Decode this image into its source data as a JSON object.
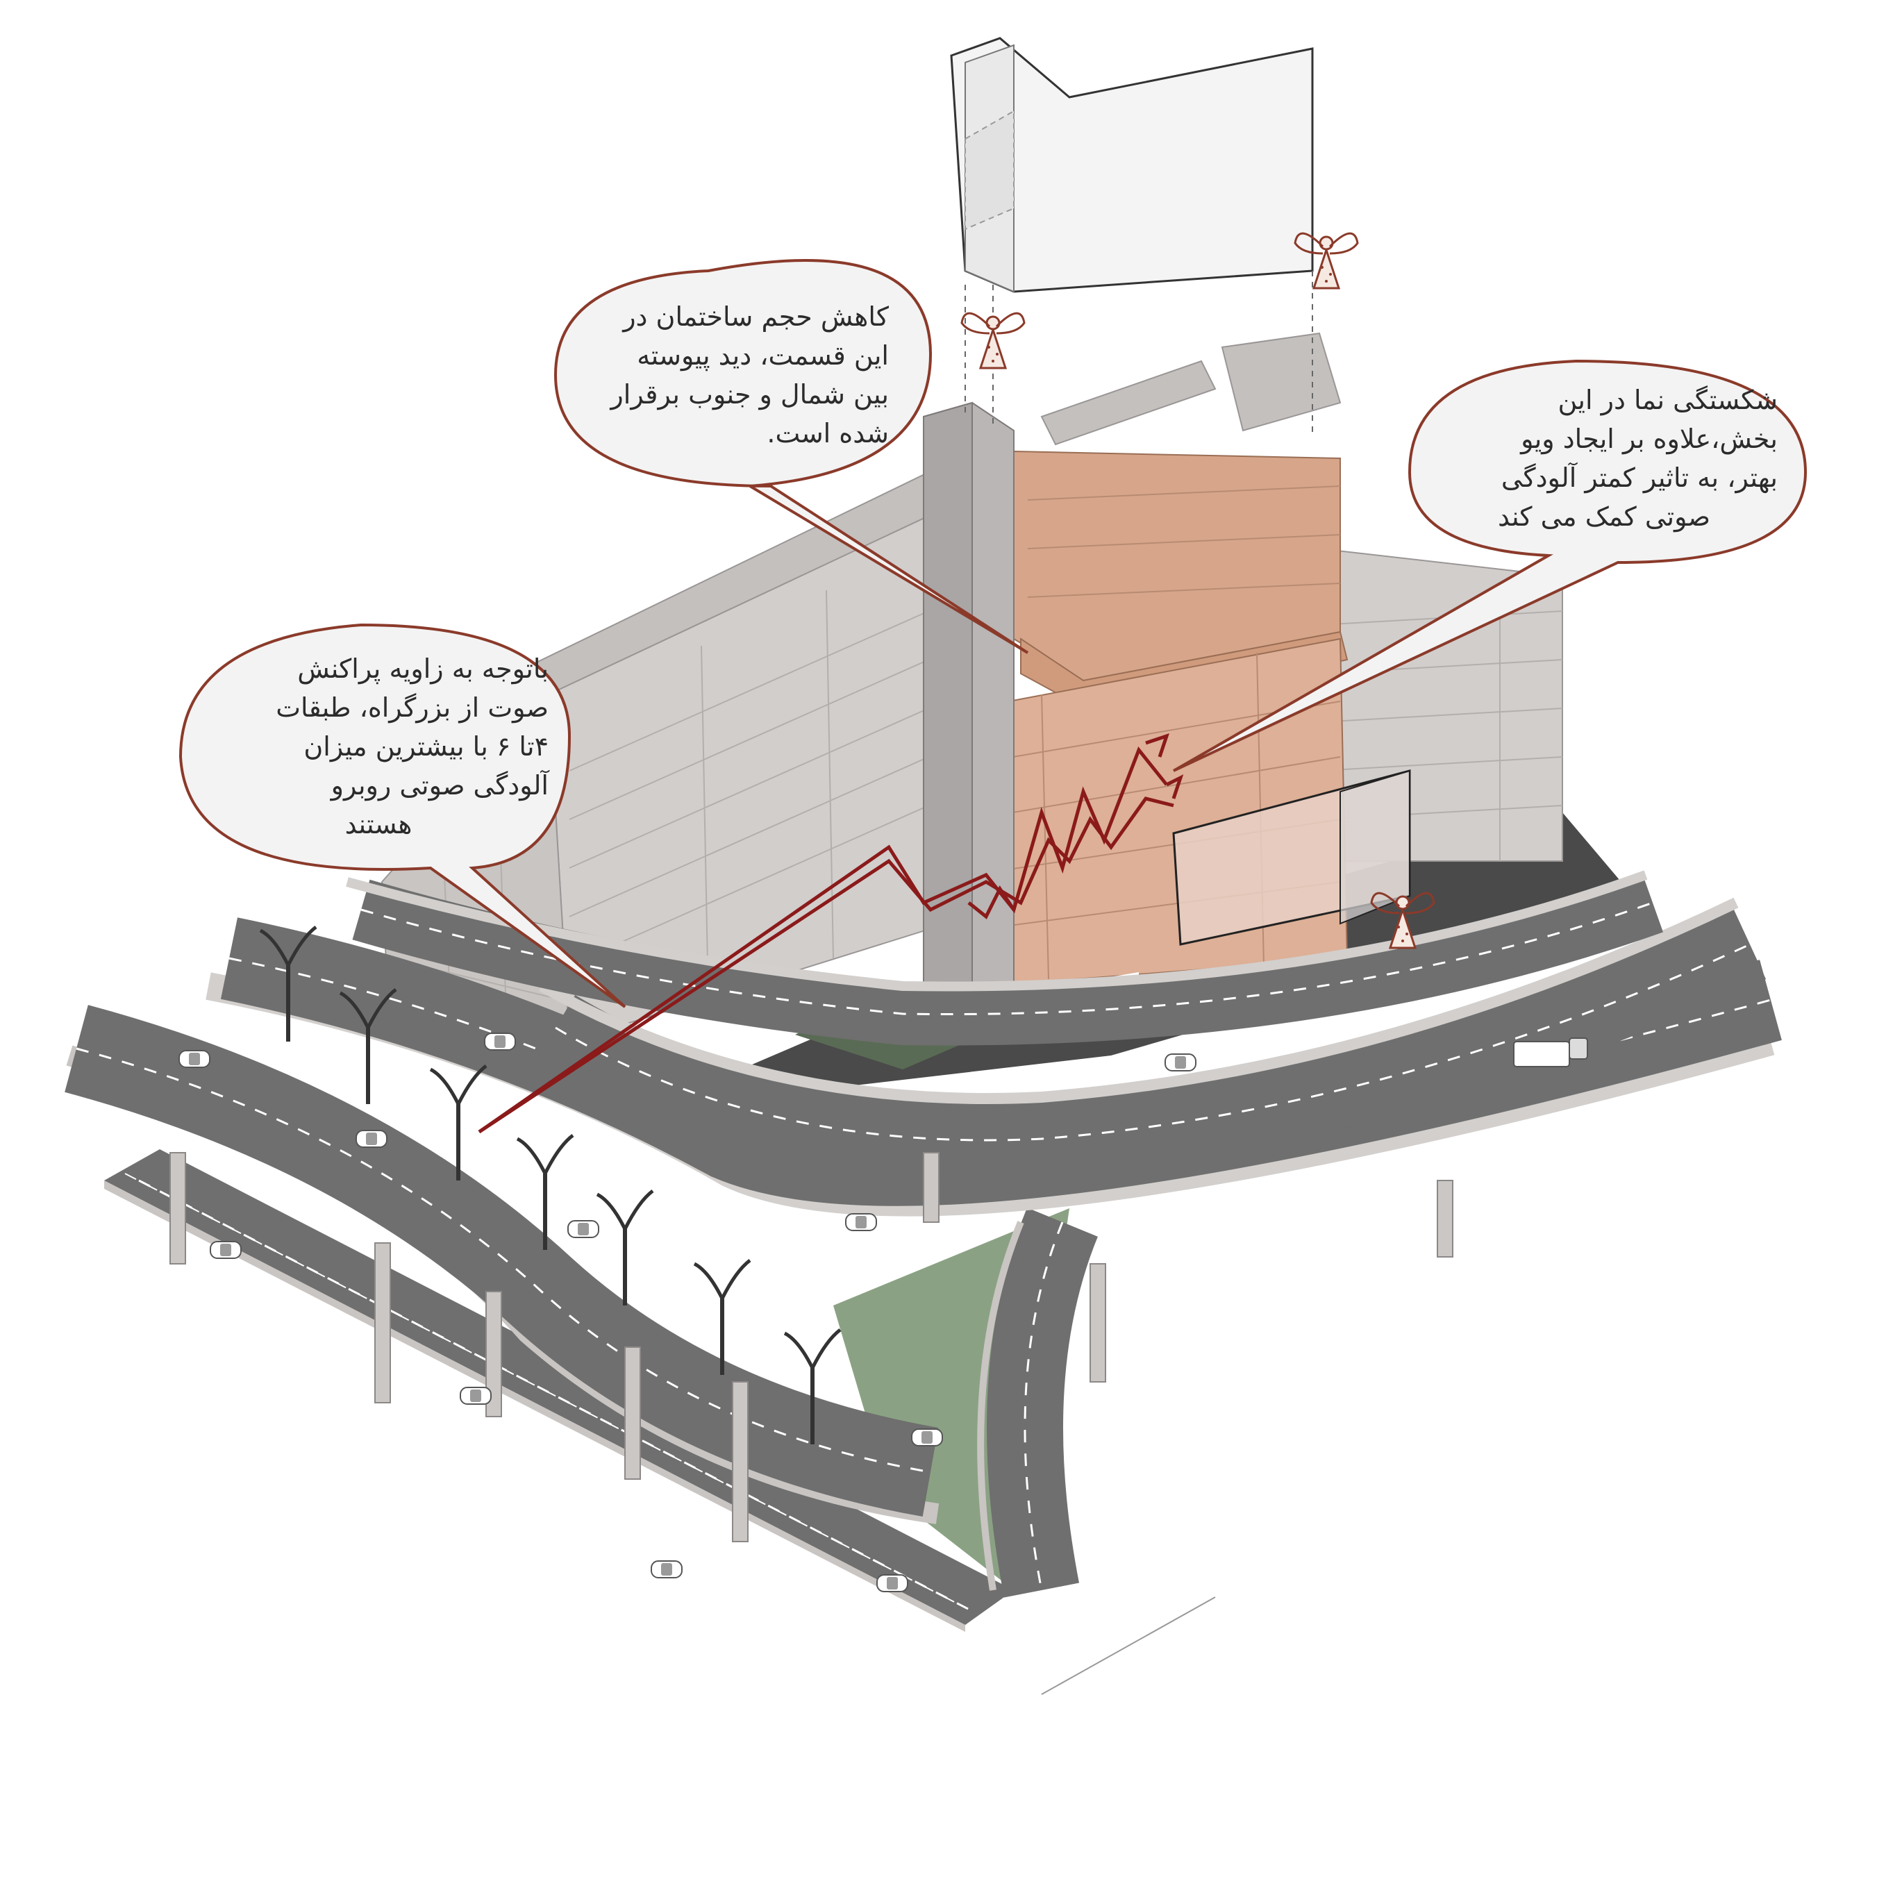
{
  "callouts": {
    "volume_reduction": {
      "lines": [
        "کاهش حجم ساختمان در",
        "این قسمت، دید پیوسته",
        "بین شمال و جنوب برقرار",
        "شده است."
      ]
    },
    "facade_break": {
      "lines": [
        "شکستگی نما در این",
        "بخش،علاوه بر ایجاد ویو",
        "بهتر، به تاثیر کمتر آلودگی",
        "صوتی کمک می کند"
      ]
    },
    "noise_floors": {
      "lines": [
        "باتوجه به زاویه پراکنش",
        "صوت از بزرگراه، طبقات",
        "۴تا ۶ با بیشترین میزان",
        "آلودگی صوتی روبرو",
        "هستند"
      ]
    }
  },
  "colors": {
    "callout_border": "#8b3a2a",
    "callout_fill": "#f3f3f3",
    "noise_line": "#8b1a1a",
    "building_orange": "#d9a385",
    "building_grey": "#cfcbc9",
    "road_asphalt": "#6f6f6f",
    "road_edge": "#d2cfcd",
    "plaza_dark": "#4a4a4a",
    "green": "#7e9a7a"
  },
  "icons": [
    "angel-figure-icon",
    "street-lamp-icon",
    "car-icon",
    "truck-icon"
  ]
}
